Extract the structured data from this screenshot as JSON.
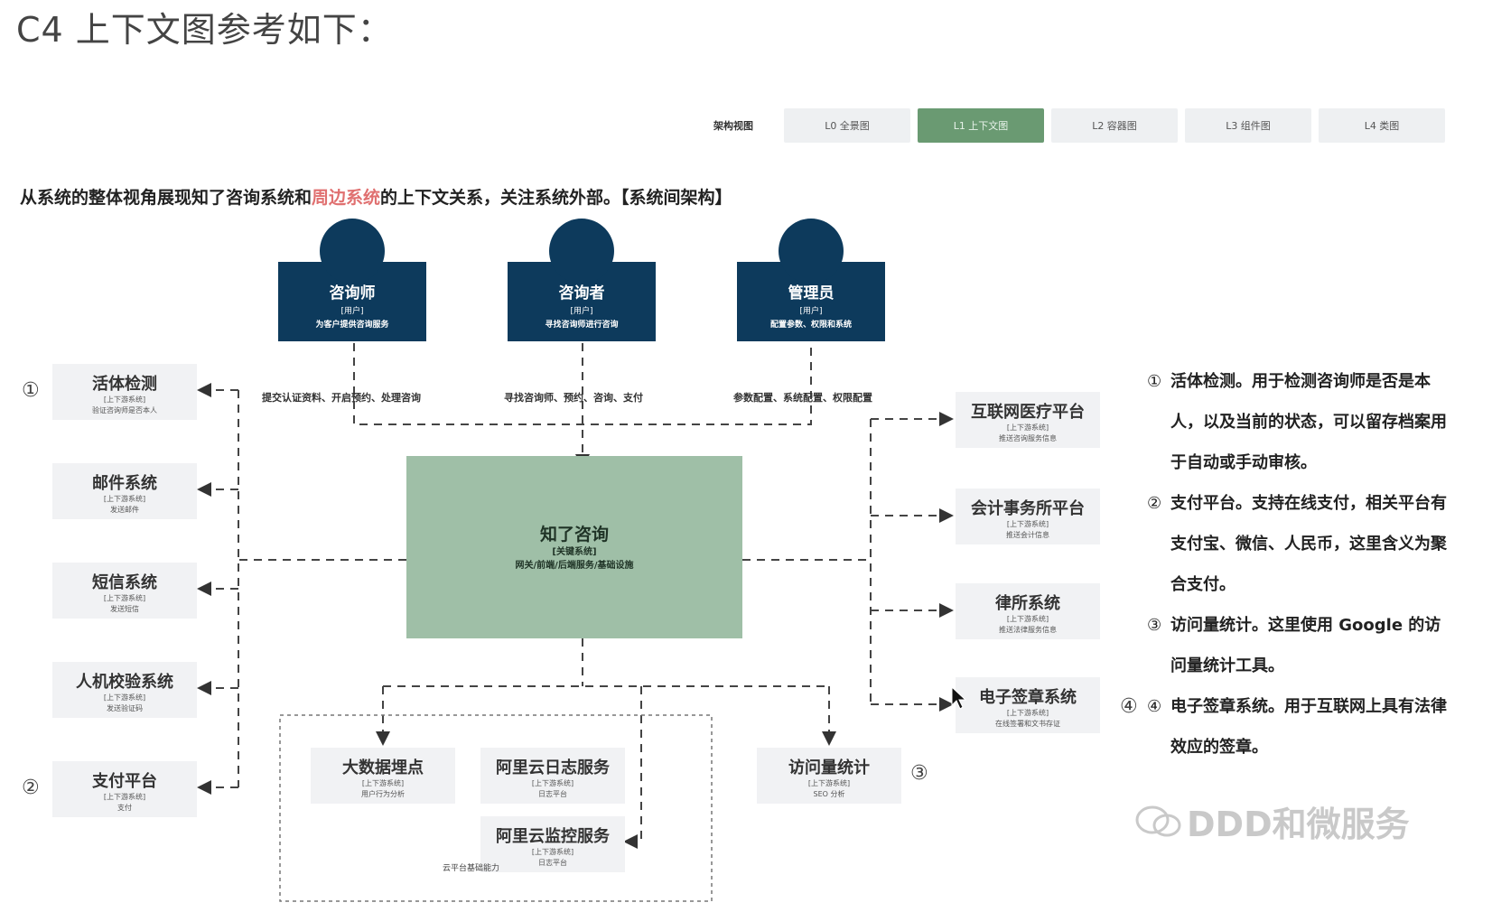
{
  "title": "C4 上下文图参考如下：",
  "tabs": {
    "label": "架构视图",
    "items": [
      {
        "label": "L0 全景图",
        "active": false
      },
      {
        "label": "L1 上下文图",
        "active": true
      },
      {
        "label": "L2 容器图",
        "active": false
      },
      {
        "label": "L3 组件图",
        "active": false
      },
      {
        "label": "L4 类图",
        "active": false
      }
    ]
  },
  "intro": {
    "before": "从系统的整体视角展现知了咨询系统和",
    "highlight": "周边系统",
    "after": "的上下文关系，关注系统外部。【系统间架构】"
  },
  "actors": [
    {
      "name": "咨询师",
      "tag": "[用户]",
      "desc": "为客户提供咨询服务",
      "edge": "提交认证资料、开启预约、处理咨询"
    },
    {
      "name": "咨询者",
      "tag": "[用户]",
      "desc": "寻找咨询师进行咨询",
      "edge": "寻找咨询师、预约、咨询、支付"
    },
    {
      "name": "管理员",
      "tag": "[用户]",
      "desc": "配置参数、权限和系统",
      "edge": "参数配置、系统配置、权限配置"
    }
  ],
  "core": {
    "name": "知了咨询",
    "tag": "[关键系统]",
    "desc": "网关/前端/后端服务/基础设施"
  },
  "left_systems": [
    {
      "name": "活体检测",
      "tag": "[上下游系统]",
      "desc": "验证咨询师是否本人"
    },
    {
      "name": "邮件系统",
      "tag": "[上下游系统]",
      "desc": "发送邮件"
    },
    {
      "name": "短信系统",
      "tag": "[上下游系统]",
      "desc": "发送短信"
    },
    {
      "name": "人机校验系统",
      "tag": "[上下游系统]",
      "desc": "发送验证码"
    },
    {
      "name": "支付平台",
      "tag": "[上下游系统]",
      "desc": "支付"
    }
  ],
  "right_systems": [
    {
      "name": "互联网医疗平台",
      "tag": "[上下游系统]",
      "desc": "推送咨询服务信息"
    },
    {
      "name": "会计事务所平台",
      "tag": "[上下游系统]",
      "desc": "推送会计信息"
    },
    {
      "name": "律所系统",
      "tag": "[上下游系统]",
      "desc": "推送法律服务信息"
    },
    {
      "name": "电子签章系统",
      "tag": "[上下游系统]",
      "desc": "在线签署和文书存证"
    }
  ],
  "bottom_systems": [
    {
      "name": "大数据埋点",
      "tag": "[上下游系统]",
      "desc": "用户行为分析"
    },
    {
      "name": "阿里云日志服务",
      "tag": "[上下游系统]",
      "desc": "日志平台"
    },
    {
      "name": "阿里云监控服务",
      "tag": "[上下游系统]",
      "desc": "日志平台"
    },
    {
      "name": "访问量统计",
      "tag": "[上下游系统]",
      "desc": "SEO 分析"
    }
  ],
  "cloud_group_label": "云平台基础能力",
  "markers": {
    "m1": "①",
    "m2": "②",
    "m3": "③",
    "m4": "④"
  },
  "notes": [
    {
      "idx": "①",
      "text": "活体检测。用于检测咨询师是否是本人，以及当前的状态，可以留存档案用于自动或手动审核。"
    },
    {
      "idx": "②",
      "text": "支付平台。支持在线支付，相关平台有支付宝、微信、人民币，这里含义为聚合支付。"
    },
    {
      "idx": "③",
      "text": "访问量统计。这里使用 Google 的访问量统计工具。"
    },
    {
      "idx": "④",
      "text": "电子签章系统。用于互联网上具有法律效应的签章。"
    }
  ],
  "watermark": "DDD和微服务",
  "colors": {
    "actor": "#0d3a5c",
    "core": "#9fbfa7",
    "tab_active": "#6a9a72",
    "highlight": "#e07070"
  }
}
